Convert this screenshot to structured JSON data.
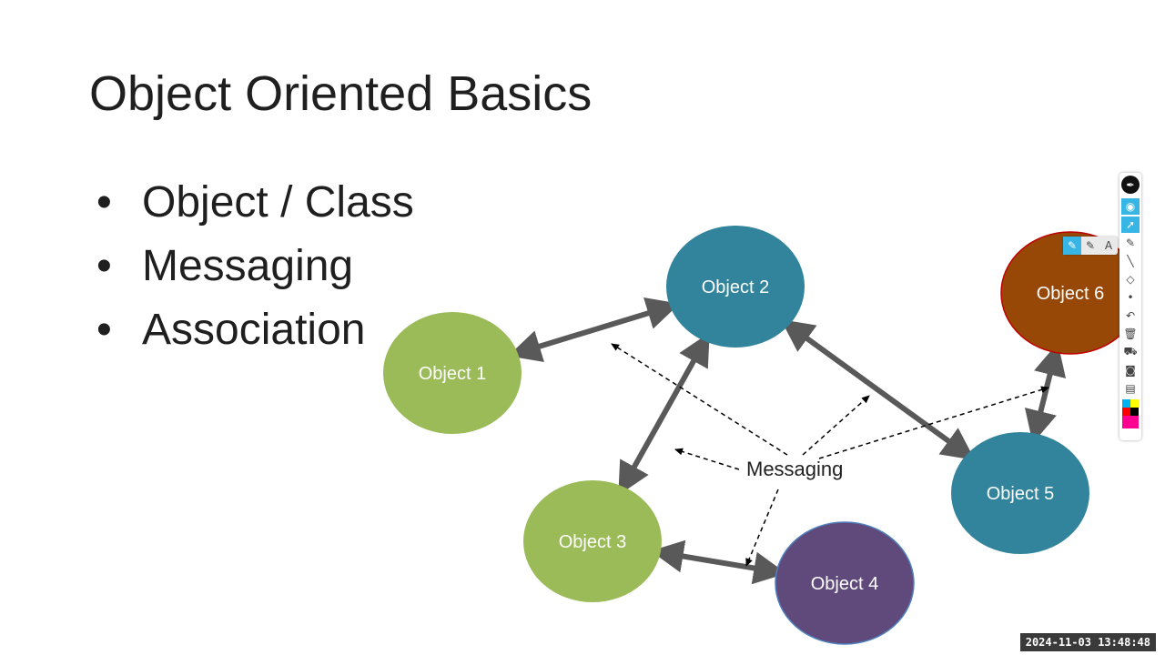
{
  "slide": {
    "title": "Object Oriented Basics",
    "bullets": [
      "Object / Class",
      "Messaging",
      "Association"
    ]
  },
  "diagram": {
    "nodes": [
      {
        "id": "object-1",
        "label": "Object 1",
        "color": "#9bbb59"
      },
      {
        "id": "object-2",
        "label": "Object 2",
        "color": "#31849b"
      },
      {
        "id": "object-3",
        "label": "Object 3",
        "color": "#9bbb59"
      },
      {
        "id": "object-4",
        "label": "Object 4",
        "color": "#604a7b"
      },
      {
        "id": "object-5",
        "label": "Object 5",
        "color": "#31849b"
      },
      {
        "id": "object-6",
        "label": "Object 6",
        "color": "#984806"
      }
    ],
    "associations": [
      [
        "object-1",
        "object-2"
      ],
      [
        "object-2",
        "object-3"
      ],
      [
        "object-2",
        "object-5"
      ],
      [
        "object-3",
        "object-4"
      ],
      [
        "object-5",
        "object-6"
      ]
    ],
    "messaging_label": "Messaging",
    "arrow_color": "#595959"
  },
  "toolbar": {
    "logo_icon": "pen-logo-icon",
    "tools": [
      "eye-icon",
      "cursor-icon",
      "pen-icon",
      "line-icon",
      "eraser-icon",
      "dot-icon",
      "undo-icon",
      "trash-icon",
      "cart-icon",
      "camera-icon",
      "clipboard-icon"
    ],
    "sub_tools": [
      "highlighter-icon",
      "marker-icon",
      "text-icon"
    ],
    "sub_text_label": "A",
    "swatches": [
      "#00b0f0",
      "#ffff00",
      "#ff0000",
      "#000000",
      "#ff0090"
    ]
  },
  "timestamp": "2024-11-03  13:48:48"
}
